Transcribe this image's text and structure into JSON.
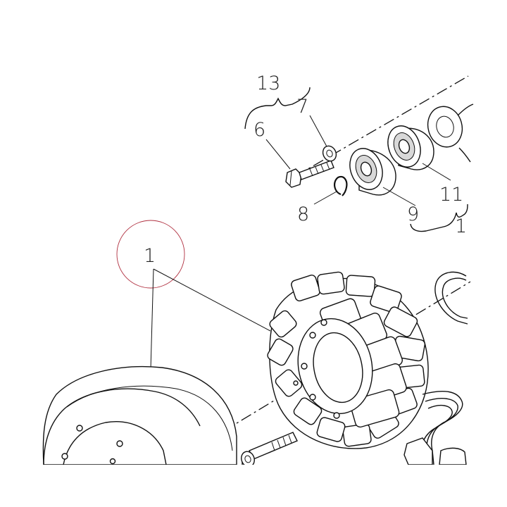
{
  "labels": {
    "callout_1": "1",
    "callout_6": "6",
    "callout_7": "7",
    "callout_8": "8",
    "callout_9": "9",
    "callout_11": "11",
    "callout_13": "13",
    "callout_cut": "1"
  },
  "colors": {
    "highlight_circle": "#b03040",
    "linework": "#111111",
    "background": "#ffffff"
  }
}
